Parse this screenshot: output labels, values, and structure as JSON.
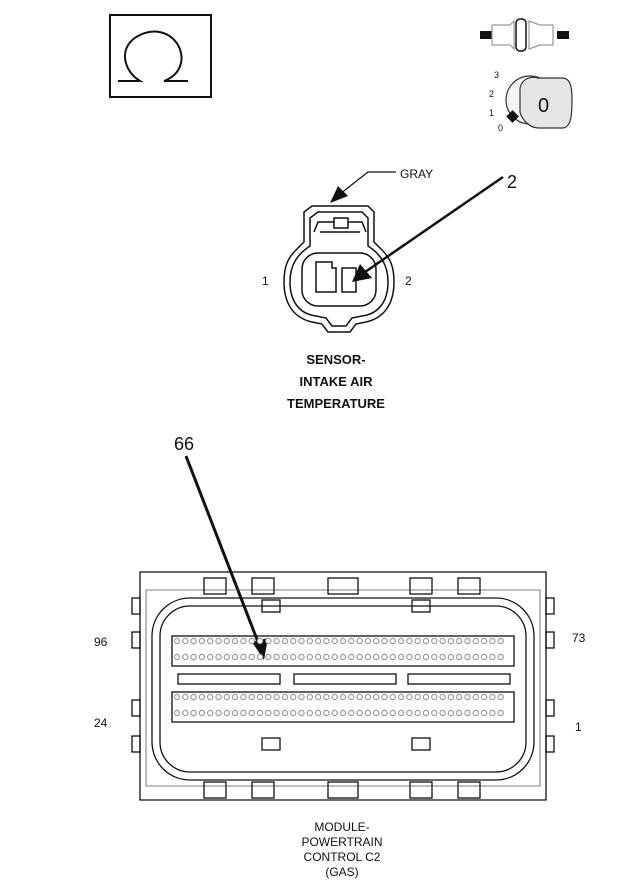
{
  "ignition": {
    "key_positions": [
      "3",
      "2",
      "1",
      "0"
    ],
    "key_label": "0"
  },
  "sensor": {
    "wire_color": "GRAY",
    "callout_pin": "2",
    "pin_left": "1",
    "pin_right": "2",
    "title_line1": "SENSOR-",
    "title_line2": "INTAKE AIR",
    "title_line3": "TEMPERATURE"
  },
  "module": {
    "callout_pin": "66",
    "pin_top_left": "96",
    "pin_top_right": "73",
    "pin_bottom_left": "24",
    "pin_bottom_right": "1",
    "title_line1": "MODULE-",
    "title_line2": "POWERTRAIN",
    "title_line3": "CONTROL C2",
    "title_line4": "(GAS)"
  },
  "colors": {
    "line": "#111111",
    "pin": "#9a9a9a",
    "key": "#e6e6e6"
  },
  "icons": [
    "ohm-meter-icon",
    "disconnect-connector-icon",
    "ignition-key-off-icon"
  ]
}
